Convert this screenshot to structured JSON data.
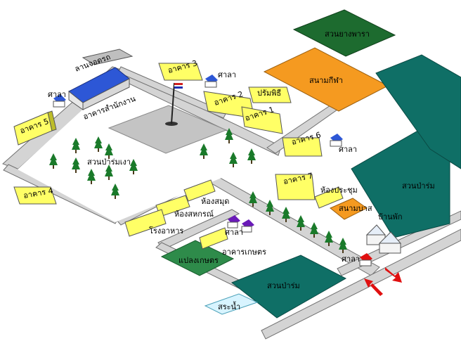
{
  "colors": {
    "road": "#d4d4d4",
    "road_edge": "#707070",
    "lawn": "#ffffff",
    "plaza": "#c4c4c4",
    "building": "#ffff66",
    "building_side": "#bdbd2a",
    "roof_blue": "#2d57d6",
    "field_orange": "#f59a20",
    "garden_dark_green": "#1d6b2f",
    "garden_green": "#2e8b4a",
    "forest_teal": "#0f6f66",
    "pond": "#d8f4ff",
    "tree": "#1a7a2a",
    "arrow": "#e01010"
  },
  "labels": {
    "parking": "ลานจอดรถ",
    "admin_building": "อาคารสำนักงาน",
    "sala_1": "ศาลา",
    "sala_2": "ศาลา",
    "sala_3": "ศาลา",
    "sala_4": "ศาลา",
    "sala_5": "ศาลา",
    "building_1": "อาคาร 1",
    "building_2": "อาคาร 2",
    "building_3": "อาคาร 3",
    "building_4": "อาคาร 4",
    "building_5": "อาคาร 5",
    "building_6": "อาคาร 6",
    "building_7": "อาคาร 7",
    "rubber_garden": "สวนยางพารา",
    "sports_field": "สนามกีฬา",
    "mini_garden": "ปรัมพิธี",
    "forest_1": "สวนป่าร่มเงา",
    "forest_2": "สวนป่าร่ม",
    "forest_3": "สวนป่าร่ม",
    "library": "ห้องสมุด",
    "coop": "ห้องสหกรณ์",
    "canteen": "โรงอาหาร",
    "agri_building": "อาคารเกษตร",
    "agri_plot": "แปลงเกษตร",
    "meeting_room": "ห้องประชุม",
    "basketball": "สนามบาส",
    "housing": "บ้านพัก",
    "pond": "สระน้ำ"
  },
  "icons": {
    "flagpole": "flagpole-icon",
    "entrance_arrow": "arrow-in-icon",
    "exit_arrow": "arrow-out-icon",
    "tree": "tree-icon"
  }
}
